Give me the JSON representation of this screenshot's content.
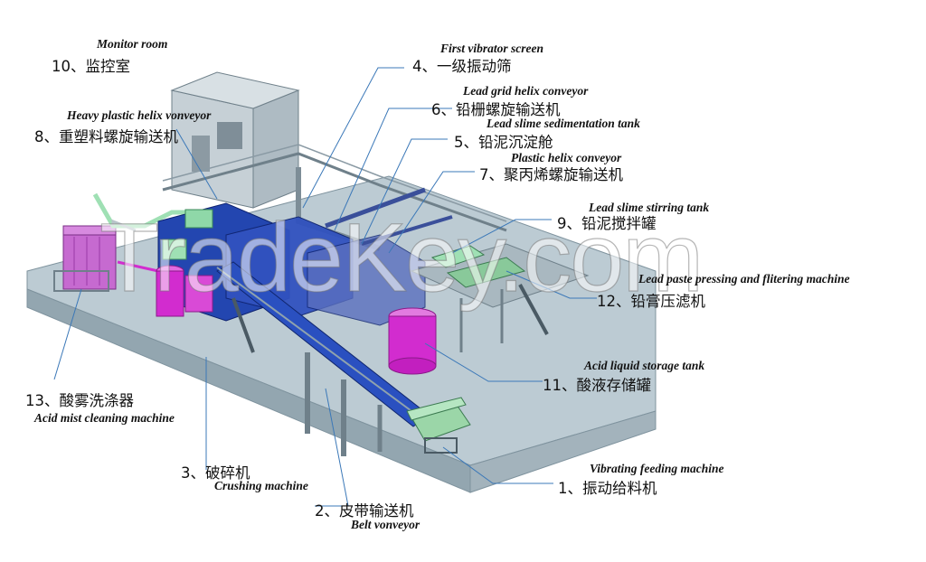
{
  "labels": [
    {
      "id": "monitor-room",
      "num": "10",
      "zh": "监控室",
      "en": "Monitor room"
    },
    {
      "id": "first-vibrator-screen",
      "num": "4",
      "zh": "一级振动筛",
      "en": "First vibrator screen"
    },
    {
      "id": "lead-grid-helix-conveyor",
      "num": "6",
      "zh": "铅栅螺旋输送机",
      "en": "Lead grid helix conveyor"
    },
    {
      "id": "heavy-plastic-helix-conveyor",
      "num": "8",
      "zh": "重塑料螺旋输送机",
      "en": "Heavy plastic helix vonveyor"
    },
    {
      "id": "lead-slime-sedimentation-tank",
      "num": "5",
      "zh": "铅泥沉淀舱",
      "en": "Lead slime sedimentation tank"
    },
    {
      "id": "plastic-helix-conveyor",
      "num": "7",
      "zh": "聚丙烯螺旋输送机",
      "en": "Plastic helix conveyor"
    },
    {
      "id": "lead-slime-stirring-tank",
      "num": "9",
      "zh": "铅泥搅拌罐",
      "en": "Lead slime stirring tank"
    },
    {
      "id": "lead-paste-filter",
      "num": "12",
      "zh": "铅膏压滤机",
      "en": "Lead paste pressing and flitering machine"
    },
    {
      "id": "acid-liquid-storage-tank",
      "num": "11",
      "zh": "酸液存储罐",
      "en": "Acid liquid storage tank"
    },
    {
      "id": "acid-mist-cleaning-machine",
      "num": "13",
      "zh": "酸雾洗涤器",
      "en": "Acid mist cleaning machine"
    },
    {
      "id": "vibrating-feeding-machine",
      "num": "1",
      "zh": "振动给料机",
      "en": "Vibrating feeding machine"
    },
    {
      "id": "crushing-machine",
      "num": "3",
      "zh": "破碎机",
      "en": "Crushing machine"
    },
    {
      "id": "belt-conveyor",
      "num": "2",
      "zh": "皮带输送机",
      "en": "Belt vonveyor"
    }
  ],
  "separator": "、",
  "watermark": "TradeKey.com",
  "colors": {
    "floor": "#b9c9d2",
    "floor_dark": "#8fa2ad",
    "building": "#c8d2d8",
    "blue": "#1f3fa0",
    "green": "#8fd8a8",
    "magenta": "#d22ccf",
    "leader": "#3b78b8"
  }
}
